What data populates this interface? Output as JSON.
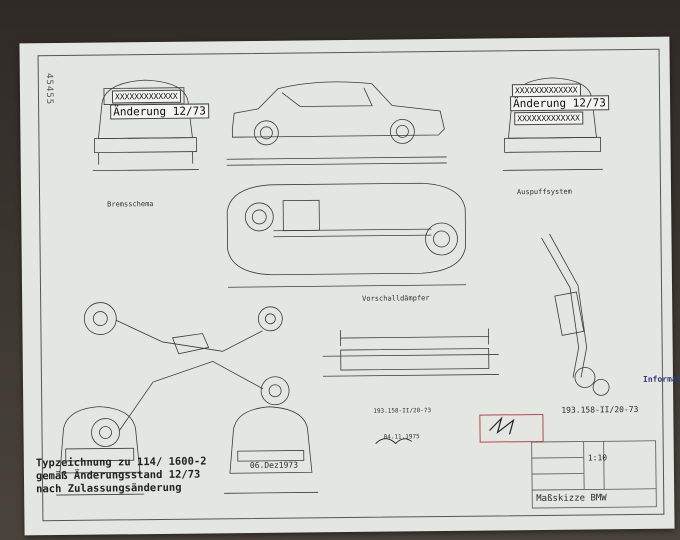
{
  "sheet": {
    "serial": "45455",
    "plate_front": "XXXXXXXXXXXXX",
    "plate_front_change": "Änderung 12/73",
    "plate_rear_top": "XXXXXXXXXXXXX",
    "plate_rear_change": "Änderung 12/73",
    "plate_rear_bottom": "XXXXXXXXXXXXX",
    "brake_title": "Bremsschema",
    "exhaust_title": "Auspuffsystem",
    "muffler_title": "Vorschalldämpfer",
    "title_line1": "Typzeichnung zu 114/ 1600-2",
    "title_line2": "gemäß Änderungsstand 12/73",
    "title_line3": "nach Zulassungsänderung",
    "date": "06.Dez1973",
    "stamp_date": "04.11.1975",
    "stamp_ref": "193.158-II/20-73",
    "drawing_number": "193.158-II/20-73",
    "scale": "1:10",
    "caption": "Maßskizze BMW",
    "blue_stamp": "Informationen"
  },
  "colors": {
    "paper": "#e4e6e2",
    "line": "#3b3b3b",
    "stamp_red": "#b5484f",
    "stamp_blue": "#2f3d7a"
  }
}
